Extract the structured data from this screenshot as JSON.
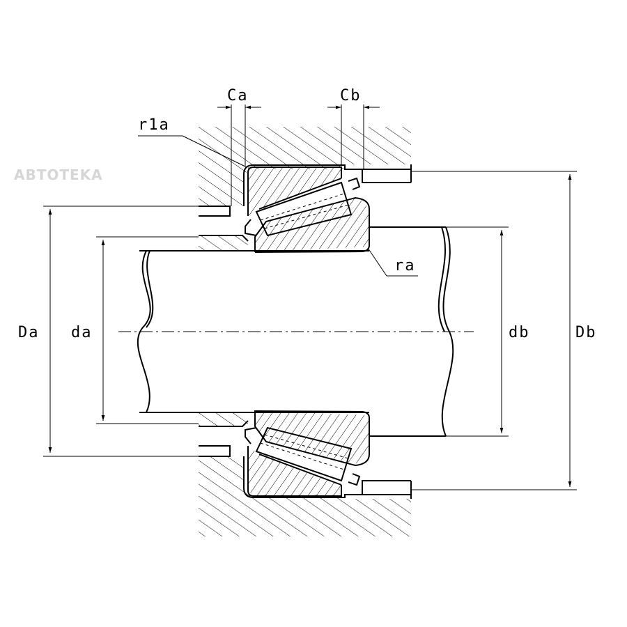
{
  "watermark": "ABTOTEKA",
  "labels": {
    "Ca": "Ca",
    "Cb": "Cb",
    "r1a": "r1a",
    "ra": "ra",
    "Da": "Da",
    "da": "da",
    "db": "db",
    "Db": "Db"
  }
}
